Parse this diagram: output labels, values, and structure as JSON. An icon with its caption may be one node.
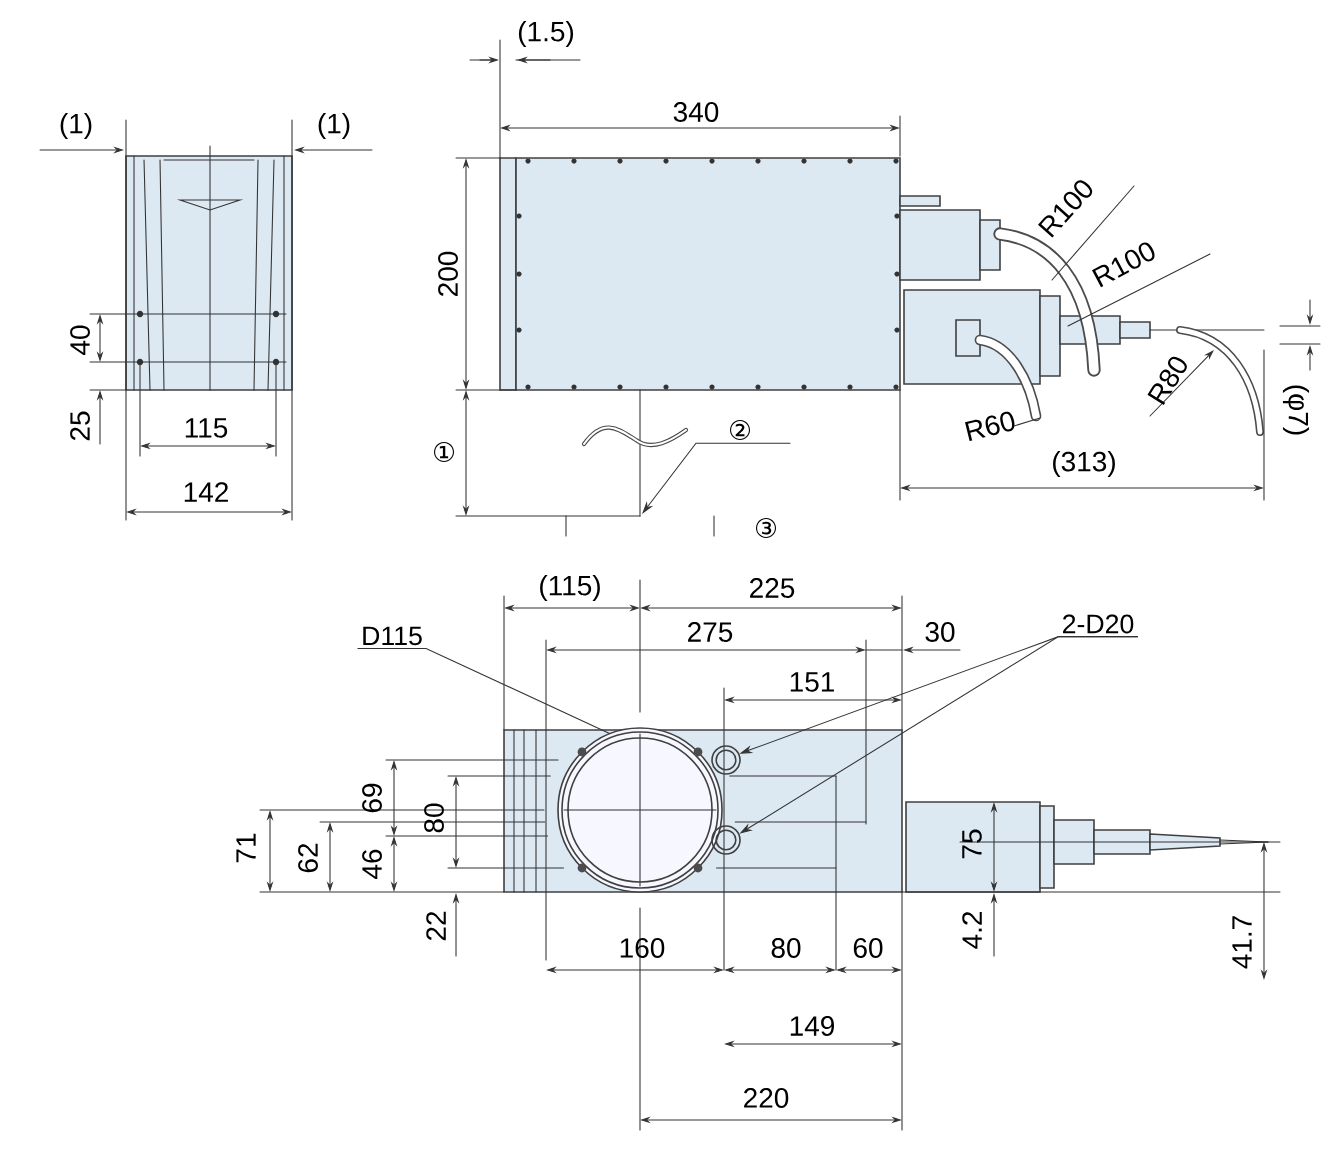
{
  "diagram": {
    "nodes": [
      {
        "text": [
          "D115"
        ]
      },
      {
        "text": [],
        "shape": "circle"
      },
      {
        "text": [
          "2-D20"
        ]
      },
      {
        "text": [],
        "shape": "circle"
      },
      {
        "text": [],
        "shape": "circle"
      },
      {
        "text": [
          "②"
        ]
      }
    ],
    "edges": [
      {
        "from": 0,
        "to": 1,
        "arrow": "none"
      },
      {
        "from": 2,
        "to": 3,
        "arrow": "to"
      },
      {
        "from": 2,
        "to": 4,
        "arrow": "to"
      },
      {
        "from": 5,
        "to": null,
        "arrow": "to"
      }
    ],
    "labels": [
      "(1)",
      "(1)",
      "(1.5)",
      "340",
      "200",
      "R100",
      "R100",
      "R80",
      "(φ7)",
      "40",
      "25",
      "R60",
      "115",
      "①",
      "(313)",
      "142",
      "③",
      "(115)",
      "225",
      "275",
      "30",
      "151",
      "69",
      "80",
      "71",
      "62",
      "46",
      "75",
      "22",
      "4.2",
      "41.7",
      "160",
      "80",
      "60",
      "149",
      "220"
    ]
  }
}
